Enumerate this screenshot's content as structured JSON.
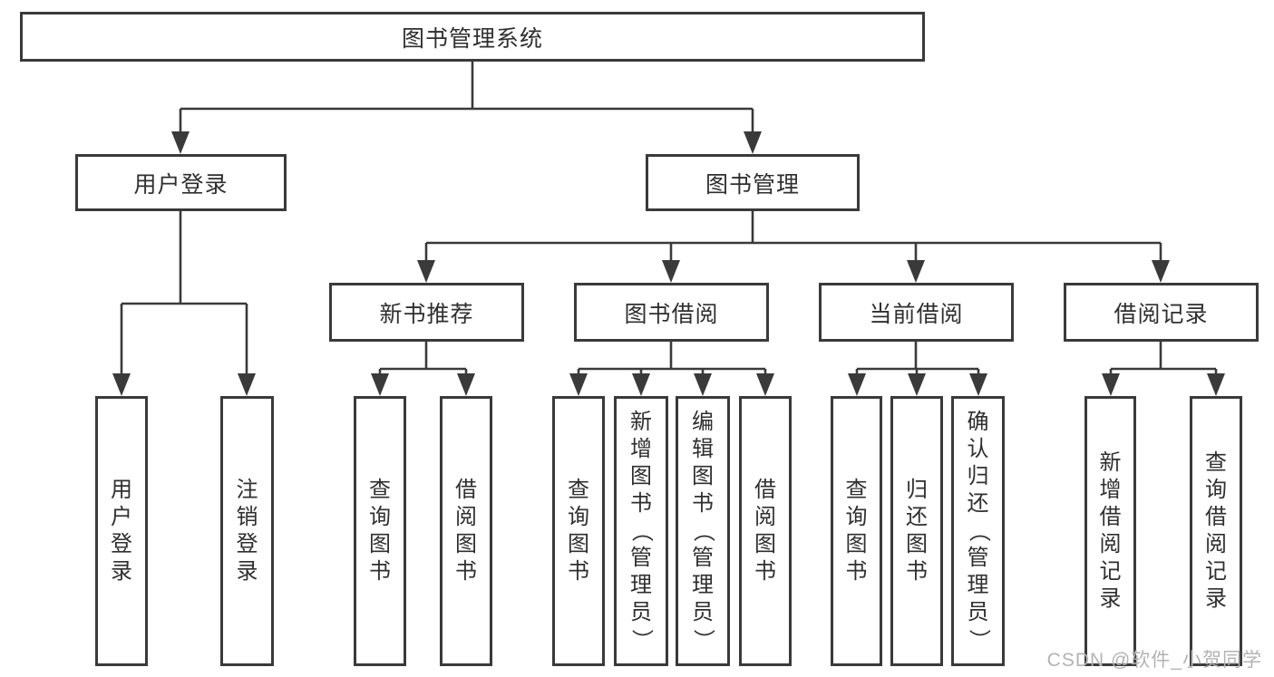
{
  "diagram_title": "图书管理系统",
  "colors": {
    "line": "#3a3a3a",
    "text": "#2f2f2f",
    "bg": "#ffffff",
    "watermark": "#b3b3b3"
  },
  "nodes": {
    "root": "图书管理系统",
    "level2": {
      "user_login": "用户登录",
      "book_mgmt": "图书管理"
    },
    "level3": {
      "new_book_rec": "新书推荐",
      "book_borrow": "图书借阅",
      "current_borrow": "当前借阅",
      "borrow_record": "借阅记录"
    },
    "leaves": {
      "user_login": "用户登录",
      "logout": "注销登录",
      "nb_query": "查询图书",
      "nb_borrow": "借阅图书",
      "bb_query": "查询图书",
      "bb_add": "新增图书（管理员）",
      "bb_edit": "编辑图书（管理员）",
      "bb_borrow": "借阅图书",
      "cb_query": "查询图书",
      "cb_return": "归还图书",
      "cb_confirm": "确认归还（管理员）",
      "br_add": "新增借阅记录",
      "br_query": "查询借阅记录"
    }
  },
  "watermark": "CSDN @软件_小贺同学"
}
